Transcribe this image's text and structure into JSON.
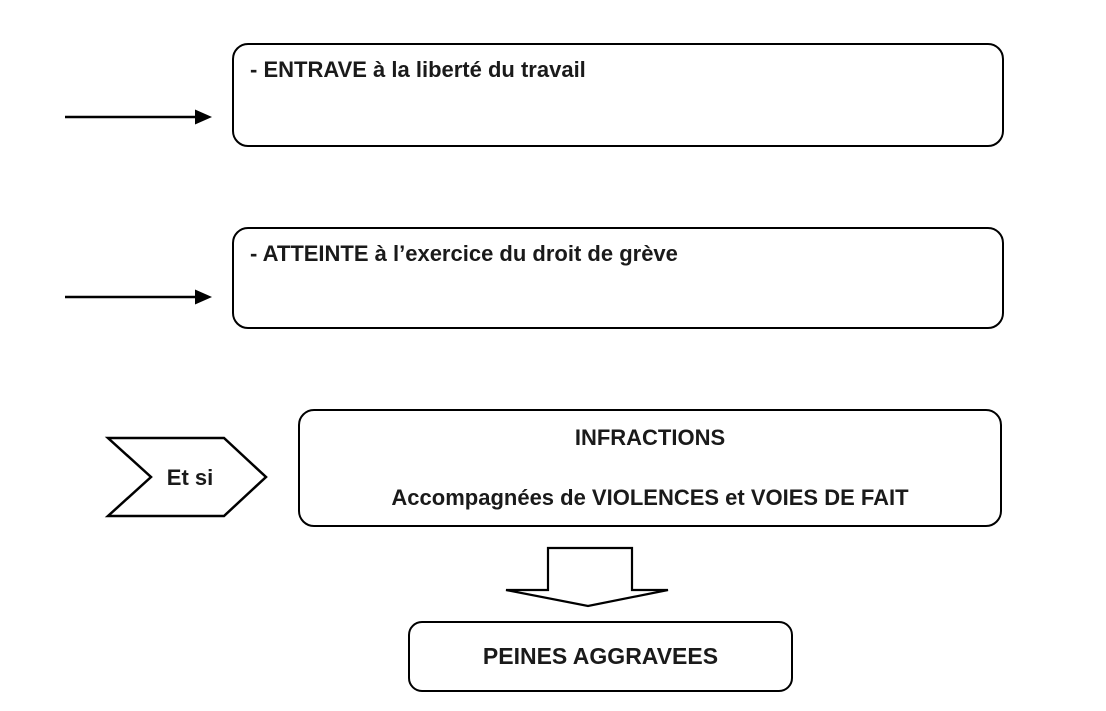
{
  "colors": {
    "background": "#ffffff",
    "stroke": "#000000",
    "text": "#1a1a1a",
    "shape_fill": "#ffffff"
  },
  "diagram": {
    "boxes": {
      "entrave": {
        "label": "- ENTRAVE à la liberté du travail"
      },
      "atteinte": {
        "label": "- ATTEINTE à l’exercice du droit de grève"
      },
      "infractions": {
        "line1": "INFRACTIONS",
        "line2": "Accompagnées de VIOLENCES et VOIES DE FAIT"
      },
      "peines": {
        "label": "PEINES AGGRAVEES"
      }
    },
    "chevron": {
      "label": "Et si"
    },
    "shapes": [
      "right-arrow-connector",
      "right-arrow-connector",
      "chevron-right-shape",
      "block-down-arrow"
    ]
  }
}
